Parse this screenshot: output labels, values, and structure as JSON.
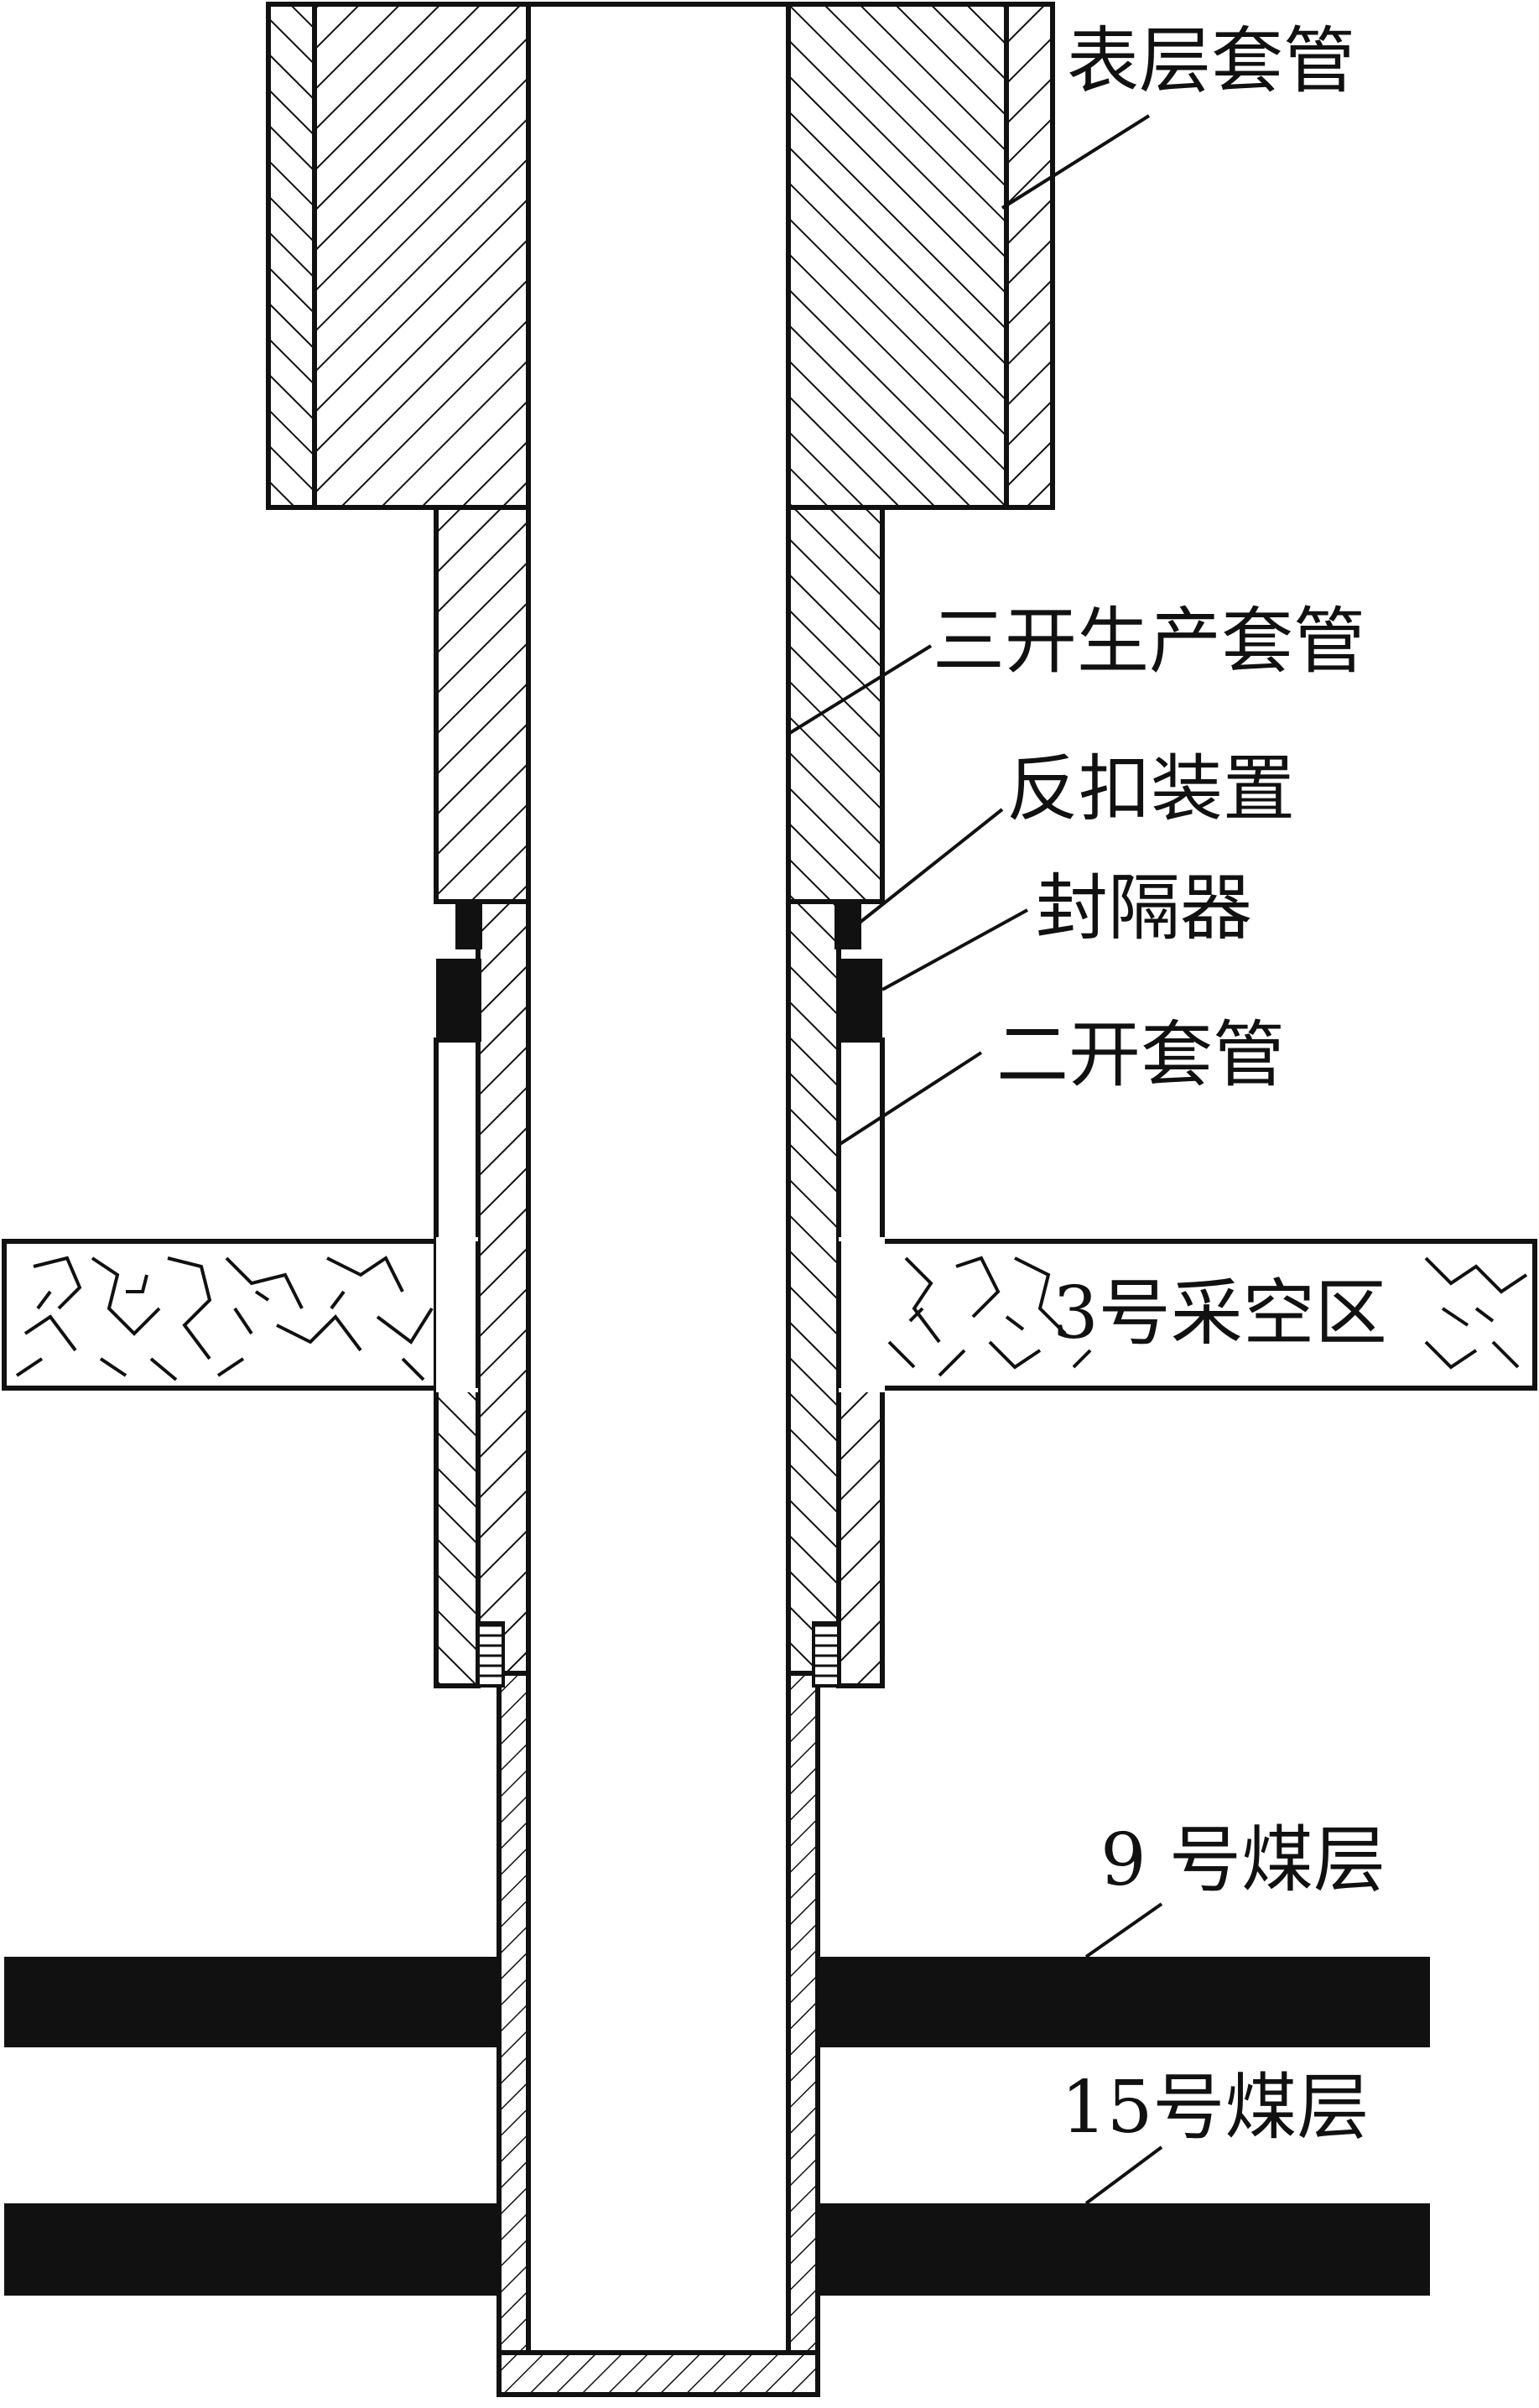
{
  "labels": {
    "surface_casing": "表层套管",
    "production_casing": "三开生产套管",
    "back_off_device": "反扣装置",
    "packer": "封隔器",
    "second_casing": "二开套管",
    "goaf": "3号采空区",
    "seam_9": "9 号煤层",
    "seam_15": "15号煤层"
  },
  "colors": {
    "line": "#111111",
    "fill_black": "#111111",
    "background": "#ffffff"
  }
}
